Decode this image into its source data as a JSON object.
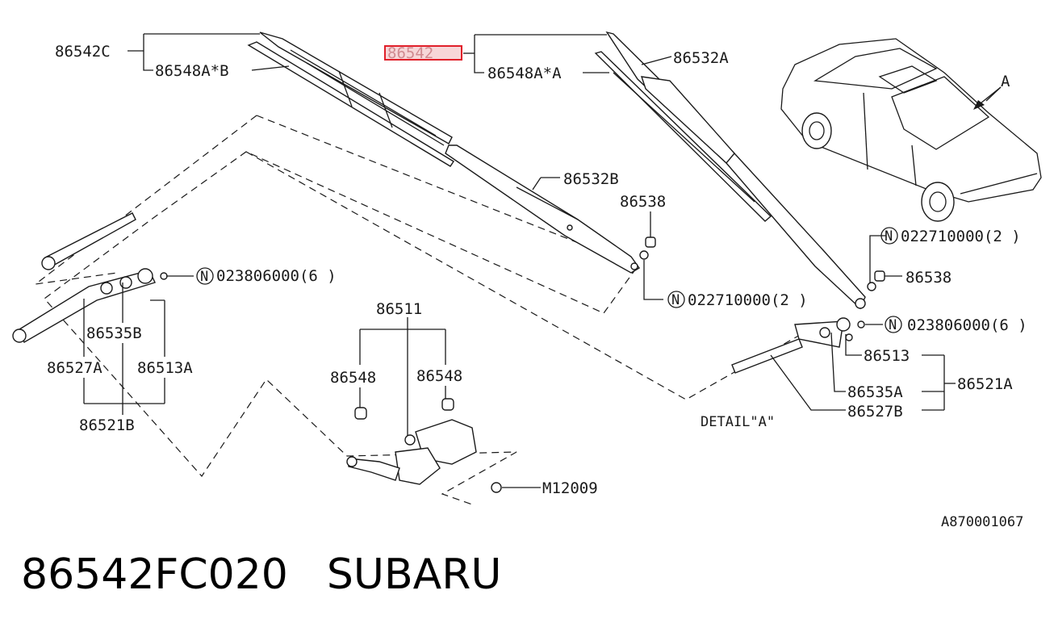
{
  "diagram": {
    "labels": {
      "p86542C": "86542C",
      "p86548AB": "86548A*B",
      "p86542": "86542",
      "p86548AA": "86548A*A",
      "p86532A": "86532A",
      "carA": "A",
      "p86532B": "86532B",
      "p86538_left": "86538",
      "nut_left": "023806000(6 )",
      "washer_mid": "022710000(2 )",
      "washer_right": "022710000(2 )",
      "p86538_right": "86538",
      "nut_right": "023806000(6 )",
      "p86535B": "86535B",
      "p86527A": "86527A",
      "p86513A": "86513A",
      "p86521B": "86521B",
      "p86511": "86511",
      "p86548_l": "86548",
      "p86548_r": "86548",
      "m12009": "M12009",
      "p86513": "86513",
      "p86535A": "86535A",
      "p86521A": "86521A",
      "p86527B": "86527B",
      "detailA": "DETAIL\"A\"",
      "figcode": "A870001067",
      "n_symbol": "N"
    },
    "highlight_color": "#e0202a"
  },
  "footer": {
    "part_number": "86542FC020",
    "brand": "SUBARU"
  }
}
